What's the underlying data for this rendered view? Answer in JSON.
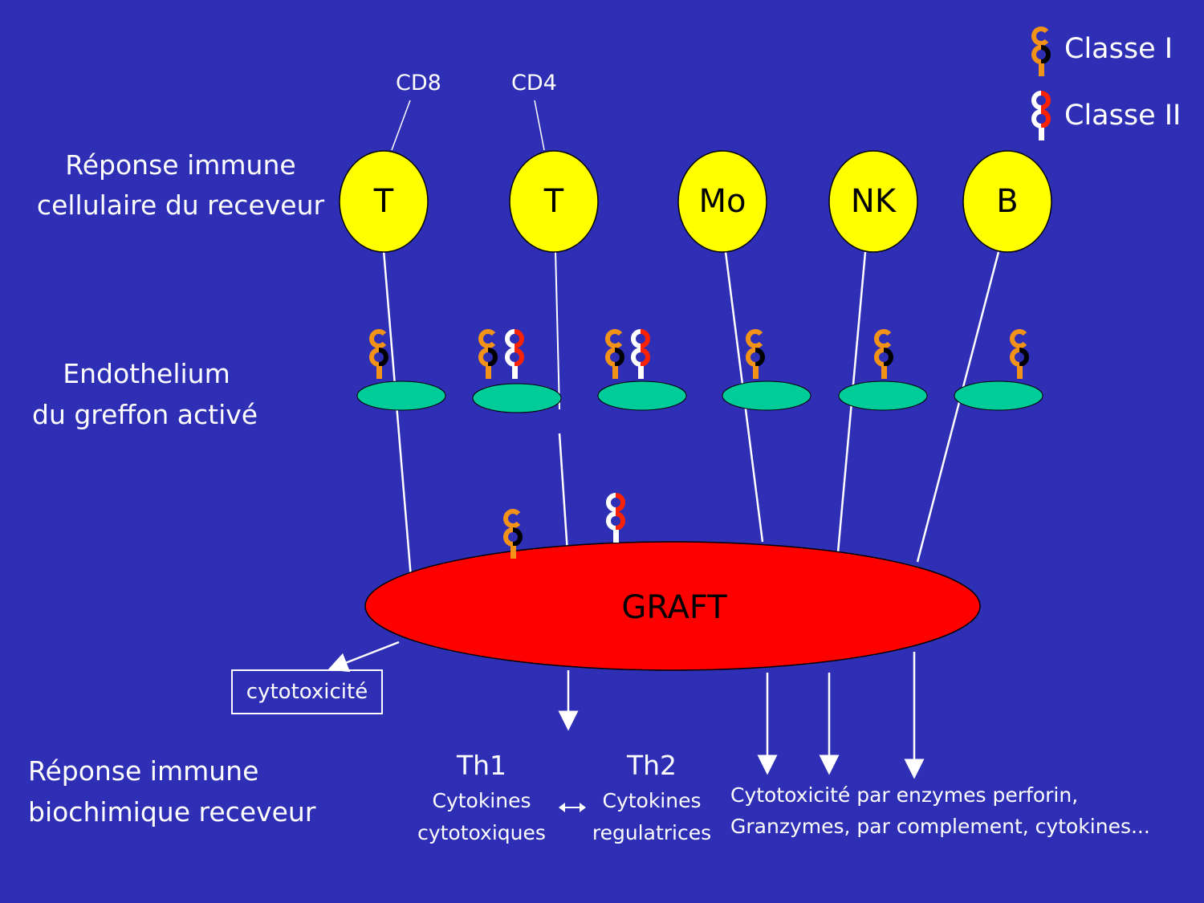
{
  "legend": {
    "class1": "Classe I",
    "class2": "Classe II"
  },
  "top_labels": {
    "cd8": "CD8",
    "cd4": "CD4"
  },
  "left_labels": {
    "cellular_1": "Réponse immune",
    "cellular_2": "cellulaire du receveur",
    "endo_1": "Endothelium",
    "endo_2": "du greffon activé",
    "biochem_1": "Réponse immune",
    "biochem_2": "biochimique receveur"
  },
  "cells": [
    "T",
    "T",
    "Mo",
    "NK",
    "B"
  ],
  "graft": "GRAFT",
  "cytotox_box": "cytotoxicité",
  "th1": {
    "title": "Th1",
    "line1": "Cytokines",
    "line2": "cytotoxiques"
  },
  "th2": {
    "title": "Th2",
    "line1": "Cytokines",
    "line2": "regulatrices"
  },
  "effects": {
    "line1": "Cytotoxicité par enzymes perforin,",
    "line2": "Granzymes, par complement, cytokines..."
  },
  "colors": {
    "background": "#2f2fb5",
    "cell": "#ffff00",
    "graft": "#ff0000",
    "endothelium": "#00cc99",
    "class1_ring": "#f29318",
    "class2_ring": "#ff2200"
  }
}
